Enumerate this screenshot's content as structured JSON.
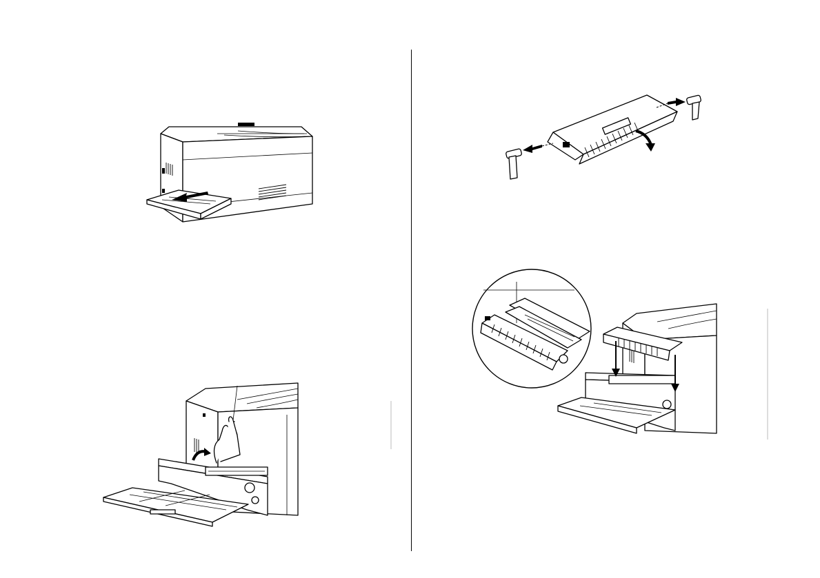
{
  "page": {
    "background": "#ffffff",
    "ink": "#000000"
  },
  "illustrations": [
    {
      "id": "open-tray",
      "icon": "printer-tray-open-icon"
    },
    {
      "id": "lift-cover",
      "icon": "printer-lift-cover-icon"
    },
    {
      "id": "remove-caps",
      "icon": "cartridge-remove-caps-icon"
    },
    {
      "id": "insert-cartridge",
      "icon": "cartridge-insert-icon"
    }
  ]
}
